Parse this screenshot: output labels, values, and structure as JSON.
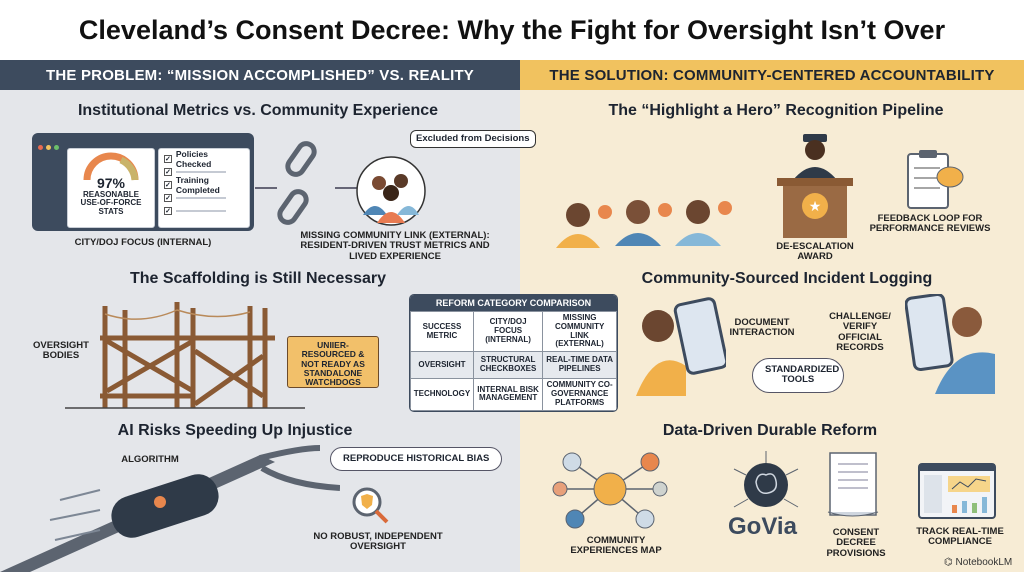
{
  "title": "Cleveland’s Consent Decree: Why the Fight for Oversight Isn’t Over",
  "left": {
    "header": "THE PROBLEM: “MISSION ACCOMPLISHED” VS. REALITY",
    "metrics": {
      "title": "Institutional Metrics vs. Community Experience",
      "gauge_value": "97%",
      "gauge_label": "REASONABLE USE-OF-FORCE STATS",
      "check1": "Policies Checked",
      "check2": "Training Completed",
      "dashboard_caption": "CITY/DOJ FOCUS (INTERNAL)",
      "bubble": "Excluded from Decisions",
      "community_caption": "MISSING COMMUNITY LINK (EXTERNAL): RESIDENT-DRIVEN TRUST METRICS AND LIVED EXPERIENCE"
    },
    "scaffold": {
      "title": "The Scaffolding is Still Necessary",
      "label": "OVERSIGHT BODIES",
      "sign": "UNIIER-RESOURCED & NOT READY AS STANDALONE WATCHDOGS"
    },
    "ai": {
      "title": "AI Risks Speeding Up Injustice",
      "algorithm": "ALGORITHM",
      "cloud": "REPRODUCE HISTORICAL BIAS",
      "oversight": "NO ROBUST, INDEPENDENT OVERSIGHT"
    }
  },
  "table": {
    "title": "REFORM CATEGORY COMPARISON",
    "rows": [
      [
        "SUCCESS METRIC",
        "CITY/DOJ FOCUS (INTERNAL)",
        "MISSING COMMUNITY LINK (EXTERNAL)"
      ],
      [
        "OVERSIGHT",
        "STRUCTURAL CHECKBOXES",
        "REAL-TIME DATA PIPELINES"
      ],
      [
        "TECHNOLOGY",
        "INTERNAL BISK MANAGEMENT",
        "COMMUNITY CO-GOVERNANCE PLATFORMS"
      ]
    ]
  },
  "right": {
    "header": "THE SOLUTION: COMMUNITY-CENTERED ACCOUNTABILITY",
    "hero": {
      "title": "The “Highlight a Hero” Recognition Pipeline",
      "award": "DE-ESCALATION AWARD",
      "feedback": "FEEDBACK LOOP FOR PERFORMANCE REVIEWS"
    },
    "logging": {
      "title": "Community-Sourced Incident Logging",
      "document": "DOCUMENT INTERACTION",
      "challenge": "CHALLENGE/ VERIFY OFFICIAL RECORDS",
      "tools": "STANDARDIZED TOOLS"
    },
    "data": {
      "title": "Data-Driven Durable Reform",
      "map": "COMMUNITY EXPERIENCES MAP",
      "govia": "GoVia",
      "provisions": "CONSENT DECREE PROVISIONS",
      "compliance": "TRACK REAL-TIME COMPLIANCE"
    }
  },
  "watermark": "NotebookLM"
}
